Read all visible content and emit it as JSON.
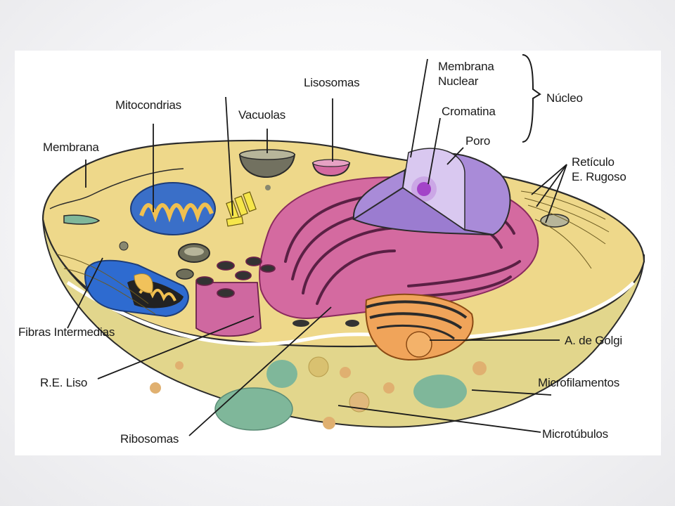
{
  "colors": {
    "cytoplasm": "#eed88a",
    "cell_side": "#e2d68c",
    "outline": "#2b2b2b",
    "er": "#d46aa0",
    "nucleus": "#a98bd8",
    "mitochondria": "#3a6fc8",
    "golgi": "#f0a45a",
    "organelle_green": "#7fb79a"
  },
  "labels": {
    "membrana": "Membrana",
    "mitocondrias": "Mitocondrias",
    "vacuolas": "Vacuolas",
    "lisosomas": "Lisosomas",
    "membrana_nuclear": "Membrana\nNuclear",
    "nucleo": "Núcleo",
    "cromatina": "Cromatina",
    "poro": "Poro",
    "reticulo_rugoso": "Retículo\nE. Rugoso",
    "fibras_intermedias": "Fibras Intermedias",
    "re_liso": "R.E. Liso",
    "ribosomas": "Ribosomas",
    "golgi": "A. de Golgi",
    "microfilamentos": "Microfilamentos",
    "microtubulos": "Microtúbulos"
  }
}
